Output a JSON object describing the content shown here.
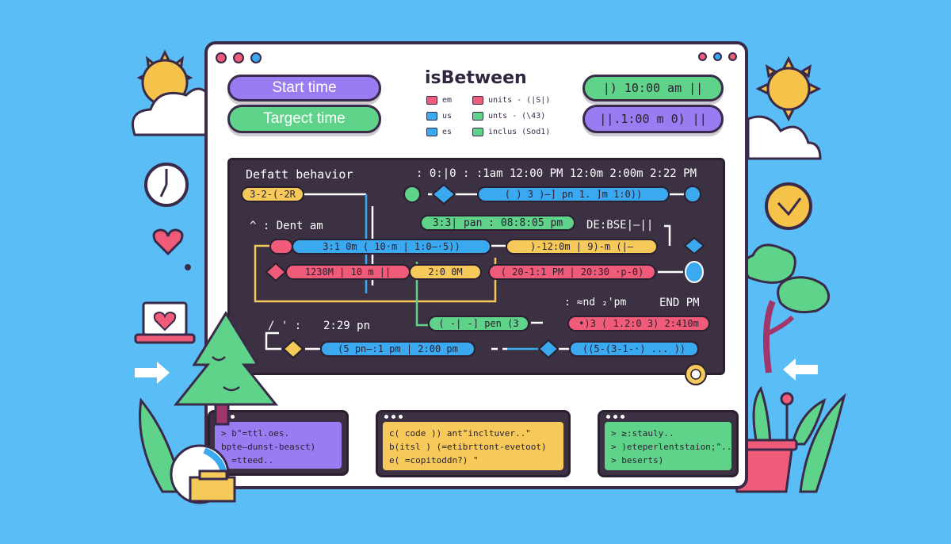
{
  "colors": {
    "background": "#5bbdf5",
    "purple": "#9a7cf2",
    "green": "#5fd38a",
    "blue": "#3ba9f0",
    "yellow": "#f5c95a",
    "pink": "#f05b7a",
    "panel": "#3b3142"
  },
  "controls": {
    "start_label": "Start time",
    "target_label": "Targect time",
    "time_top": "|)    10:00 am  ||",
    "time_bottom": "||.1:00 m 0)  ||"
  },
  "legend": {
    "title": "isBetween",
    "rows": [
      {
        "a": "em",
        "b": "units - (|S|)"
      },
      {
        "a": "us",
        "b": "unts - (\\43)"
      },
      {
        "a": "es",
        "b": "inclus  (Sod1)"
      }
    ]
  },
  "timeline": {
    "heading": "Defatt behavior",
    "ticks": ": 0:|0 : :1am   12:00 PM   12:0m   2:00m   2:22 PM",
    "row1_start": "3-2-(-2R",
    "row1_bar": "( )  3 )–] pn   1. ]m    1:0))",
    "row2_bar": "3:3| pan  :  08:8:05 pm",
    "row2_label": "DE:BSE|–||",
    "dent_label": "^ : Dent am",
    "row3_blue": "3:1 0m   ( 10·m  | 1:0–·5))",
    "row3_yellow": ")-12:0m | 9)-m  (|–",
    "row4_pink": "1230M   | 10 m  ||",
    "row4_yellow": "2:0 0M",
    "row4_pink2": "( 20-1:1 PM  | 20:30 ·p-0)",
    "end_label": ": ≈nd ₂'pm",
    "end_pm": "END PM",
    "row5_green": "( -| -] pen  (3",
    "row5_pink": "•)3  ( 1.2:0 3)  2:410m",
    "row6_time": "2:29 pn",
    "row6_prefix": "/ ' : ",
    "row6_blue": "(5 pn–:1 pm  |  2:00 pm",
    "row6_blue2": "((5-(3-1-·)  ...  ))"
  },
  "code": {
    "box1": [
      "> b\"=ttl.oes.",
      "  bpte–dunst-beasct)",
      "> =tteed.."
    ],
    "box2": [
      "c( code ))  ant\"incltuver..\"",
      "b(itsl )  (=etibrttont-evetoot)",
      "e( =copitoddn?) \""
    ],
    "box3": [
      "> ≥:staulу..",
      "> )eteperlentstaion;\"..",
      "> beserts)"
    ]
  }
}
